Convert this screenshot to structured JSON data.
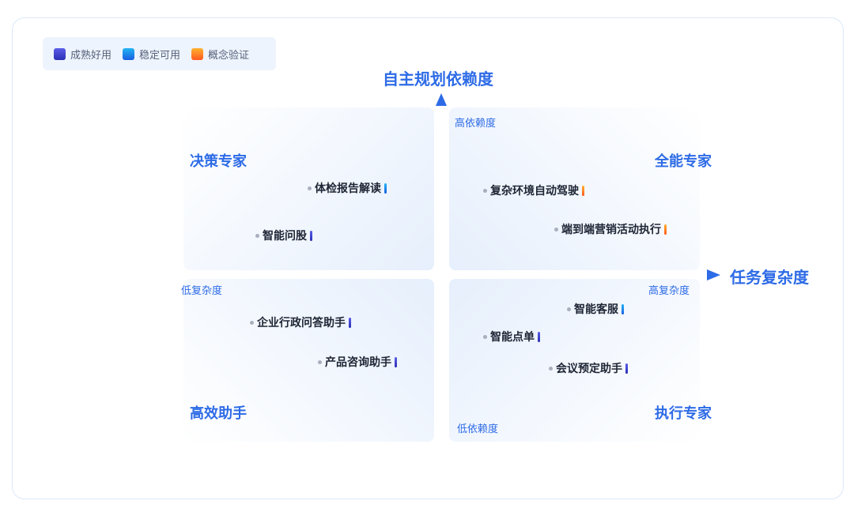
{
  "legend": {
    "items": [
      {
        "label": "成熟好用",
        "key": "mature"
      },
      {
        "label": "稳定可用",
        "key": "stable"
      },
      {
        "label": "概念验证",
        "key": "concept"
      }
    ]
  },
  "axes": {
    "y_title": "自主规划依赖度",
    "x_title": "任务复杂度",
    "y_high": "高依赖度",
    "y_low": "低依赖度",
    "x_low": "低复杂度",
    "x_high": "高复杂度"
  },
  "quadrants": {
    "top_left": "决策专家",
    "top_right": "全能专家",
    "bottom_left": "高效助手",
    "bottom_right": "执行专家"
  },
  "points": [
    {
      "label": "体检报告解读",
      "status": "stable"
    },
    {
      "label": "智能问股",
      "status": "mature"
    },
    {
      "label": "复杂环境自动驾驶",
      "status": "concept"
    },
    {
      "label": "端到端营销活动执行",
      "status": "concept"
    },
    {
      "label": "企业行政问答助手",
      "status": "mature"
    },
    {
      "label": "产品咨询助手",
      "status": "mature"
    },
    {
      "label": "智能客服",
      "status": "stable"
    },
    {
      "label": "智能点单",
      "status": "mature"
    },
    {
      "label": "会议预定助手",
      "status": "mature"
    }
  ],
  "colors": {
    "accent": "#2d6be6",
    "mature": "#3a3dcf",
    "stable": "#1f86ec",
    "concept": "#ff7a24"
  }
}
